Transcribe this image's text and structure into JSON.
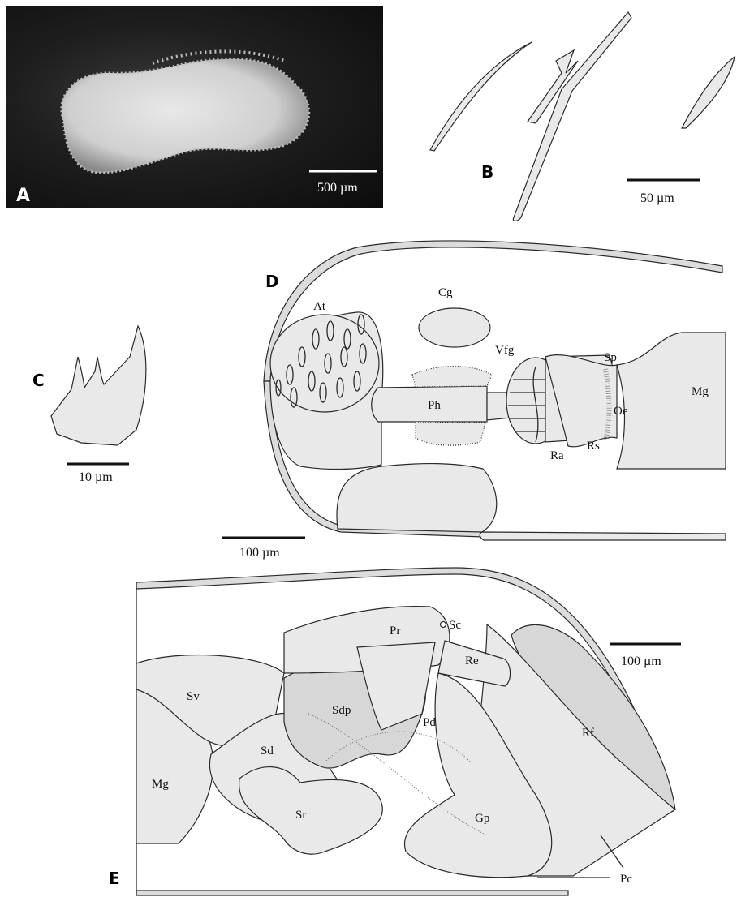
{
  "panels": {
    "A": {
      "letter": "A",
      "scale": "500 µm"
    },
    "B": {
      "letter": "B",
      "scale": "50 µm"
    },
    "C": {
      "letter": "C",
      "scale": "10 µm"
    },
    "D": {
      "letter": "D",
      "scale": "100 µm",
      "labels": {
        "at": "At",
        "cg": "Cg",
        "vfg": "Vfg",
        "sp": "Sp",
        "mg": "Mg",
        "ph": "Ph",
        "oe": "Oe",
        "ra": "Ra",
        "rs": "Rs"
      }
    },
    "E": {
      "letter": "E",
      "scale": "100 µm",
      "labels": {
        "pr": "Pr",
        "sc": "Sc",
        "re": "Re",
        "sv": "Sv",
        "sdp": "Sdp",
        "pd": "Pd",
        "rf": "Rf",
        "sd": "Sd",
        "mg": "Mg",
        "sr": "Sr",
        "gp": "Gp",
        "pc": "Pc"
      }
    }
  }
}
